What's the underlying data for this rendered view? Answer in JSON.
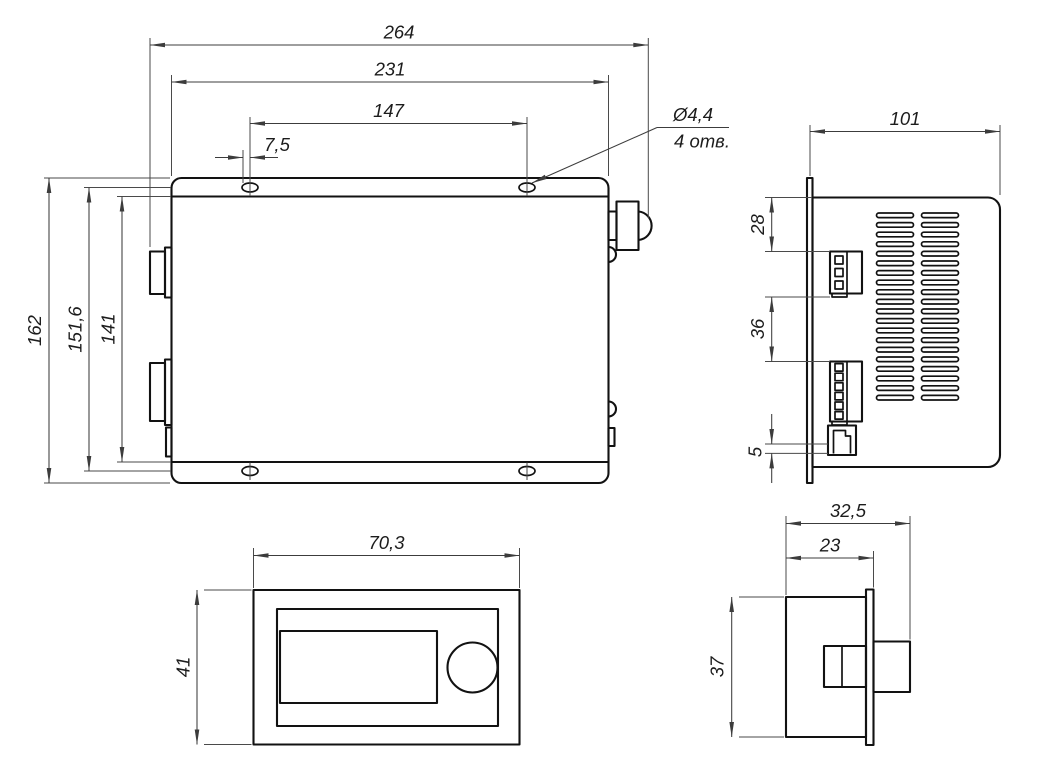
{
  "drawing": {
    "top_view": {
      "dim_overall_width": "264",
      "dim_body_width": "231",
      "dim_hole_span": "147",
      "dim_hole_offset": "7,5",
      "dim_overall_height": "162",
      "dim_hole_height": "151,6",
      "dim_inner_height": "141",
      "hole_callout_diameter": "Ø4,4",
      "hole_callout_count": "4 отв."
    },
    "side_view": {
      "dim_depth": "101",
      "dim_top_to_connector": "28",
      "dim_connector_gap": "36",
      "dim_bottom_gap": "5"
    },
    "front_view": {
      "dim_width": "70,3",
      "dim_height": "41"
    },
    "connector_view": {
      "dim_depth_overall": "32,5",
      "dim_depth_body": "23",
      "dim_height": "37"
    }
  }
}
